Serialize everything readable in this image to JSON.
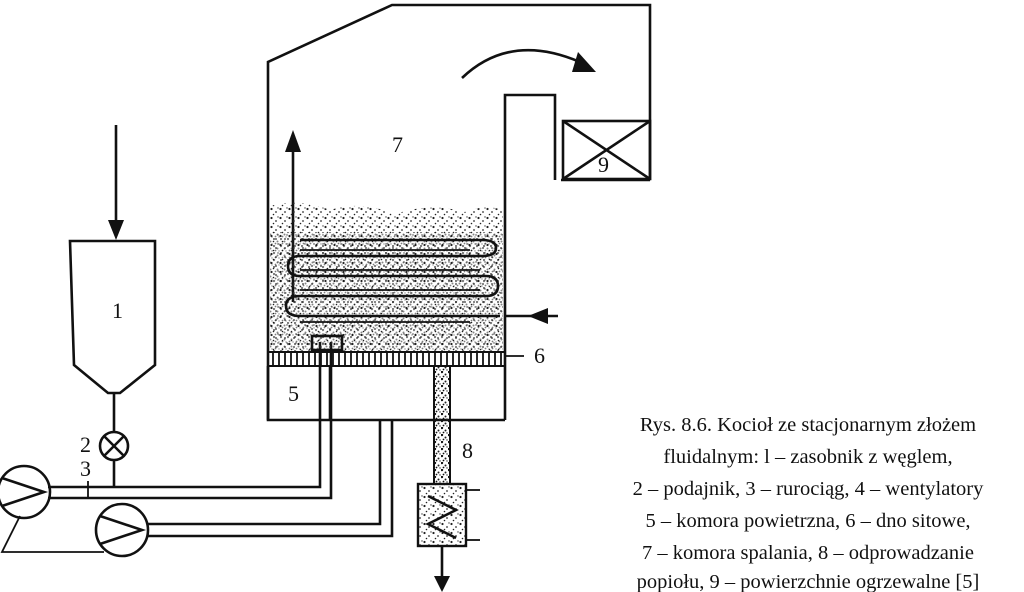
{
  "labels": {
    "n1": "1",
    "n2": "2",
    "n3": "3",
    "n5": "5",
    "n6": "6",
    "n7": "7",
    "n8": "8",
    "n9": "9"
  },
  "caption": {
    "line1": "Rys. 8.6. Kocioł ze stacjonarnym złożem",
    "line2": "fluidalnym: l – zasobnik z węglem,",
    "line3": "2 – podajnik, 3 – rurociąg, 4 – wentylatory",
    "line4": "5 – komora powietrzna, 6 – dno sitowe,",
    "line5": "7 – komora spalania, 8 – odprowadzanie",
    "line6": "popiołu, 9 – powierzchnie ogrzewalne [5]"
  }
}
